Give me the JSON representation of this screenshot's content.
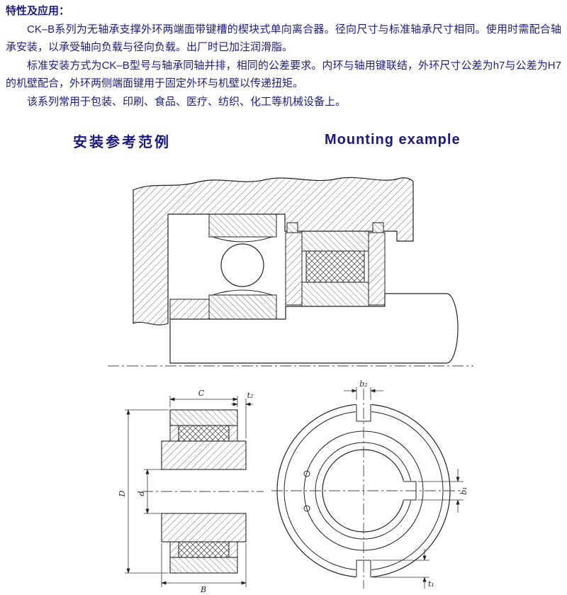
{
  "colors": {
    "text": "#1d1d80",
    "heading": "#191980",
    "line": "#222222"
  },
  "header": {
    "title": "特性及应用："
  },
  "paragraphs": [
    "CK–B系列为无轴承支撑外环两端面带键槽的楔块式单向离合器。径向尺寸与标准轴承尺寸相同。使用时需配合轴承安装，以承受轴向负载与径向负载。出厂时已加注润滑脂。",
    "标准安装方式为CK–B型号与轴承同轴并排，相同的公差要求。内环与轴用键联结，外环尺寸公差为h7与公差为H7的机壁配合，外环两侧端面键用于固定外环与机壁以传递扭矩。",
    "该系列常用于包装、印刷、食品、医疗、纺织、化工等机械设备上。"
  ],
  "sections": {
    "cn": "安装参考范例",
    "en": "Mounting example"
  },
  "dims": {
    "C": "C",
    "t2": "t₂",
    "D": "D",
    "d": "d",
    "B": "B",
    "b2": "b₂",
    "b1": "b₁",
    "t1": "t₁"
  }
}
